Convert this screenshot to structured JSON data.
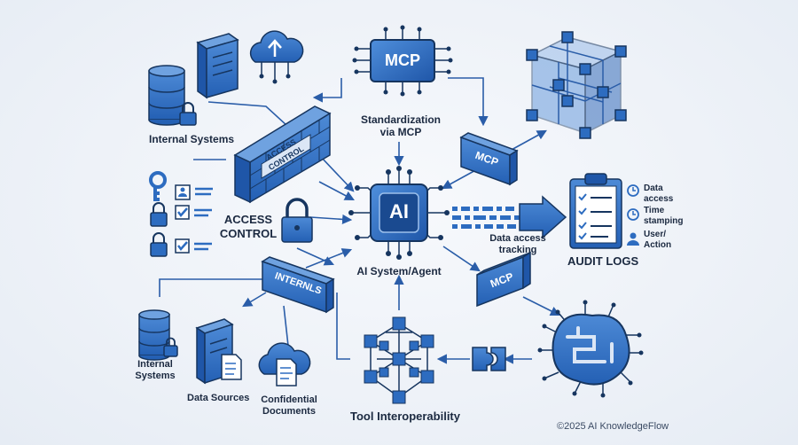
{
  "labels": {
    "internal_systems_top": "Internal Systems",
    "standardization_line1": "Standardization",
    "standardization_line2": "via MCP",
    "access_control_line1": "ACCESS",
    "access_control_line2": "CONTROL",
    "wall_line1": "ACCESS",
    "wall_line2": "CONTROL",
    "ai_system": "AI System/Agent",
    "data_access_line1": "Data access",
    "data_access_line2": "tracking",
    "audit_logs": "AUDIT LOGS",
    "internal_systems_bottom_line1": "Internal",
    "internal_systems_bottom_line2": "Systems",
    "data_sources": "Data Sources",
    "confidential_line1": "Confidential",
    "confidential_line2": "Documents",
    "tool_interoperability": "Tool Interoperability",
    "copyright": "©2025 AI KnowledgeFlow"
  },
  "chip_labels": {
    "mcp_top": "MCP",
    "ai_core": "AI",
    "mcp_badge_upper": "MCP",
    "mcp_badge_lower": "MCP",
    "internals_badge": "INTERNLS"
  },
  "audit_items": [
    {
      "icon": "clock-icon",
      "line1": "Data",
      "line2": "access"
    },
    {
      "icon": "clock-icon",
      "line1": "Time",
      "line2": "stamping"
    },
    {
      "icon": "user-icon",
      "line1": "User/",
      "line2": "Action"
    }
  ],
  "colors": {
    "primary": "#2d6cc0",
    "dark": "#1e4f96",
    "light": "#5b93d8",
    "outline": "#16355f",
    "text": "#1b2940"
  }
}
